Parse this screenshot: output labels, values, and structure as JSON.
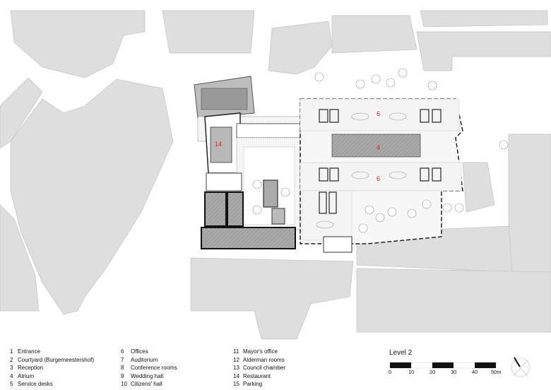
{
  "plan": {
    "room_labels": [
      "14",
      "6",
      "4",
      "6"
    ],
    "label_color": "#d62020"
  },
  "legend": [
    {
      "num": "1",
      "label": "Entrance"
    },
    {
      "num": "2",
      "label": "Courtyard (Burgemeestershof)"
    },
    {
      "num": "3",
      "label": "Reception"
    },
    {
      "num": "4",
      "label": "Atrium"
    },
    {
      "num": "5",
      "label": "Service desks"
    },
    {
      "num": "6",
      "label": "Offices"
    },
    {
      "num": "7",
      "label": "Auditorium"
    },
    {
      "num": "8",
      "label": "Conference rooms"
    },
    {
      "num": "9",
      "label": "Wedding hall"
    },
    {
      "num": "10",
      "label": "Citizens' hall"
    },
    {
      "num": "11",
      "label": "Mayor's office"
    },
    {
      "num": "12",
      "label": "Alderman rooms"
    },
    {
      "num": "13",
      "label": "Council chamber"
    },
    {
      "num": "14",
      "label": "Restaurant"
    },
    {
      "num": "15",
      "label": "Parking"
    }
  ],
  "level": "Level 2",
  "scale_bar": {
    "ticks": [
      "0",
      "10",
      "20",
      "30",
      "40",
      "50m"
    ]
  },
  "north_arrow": "north-arrow"
}
